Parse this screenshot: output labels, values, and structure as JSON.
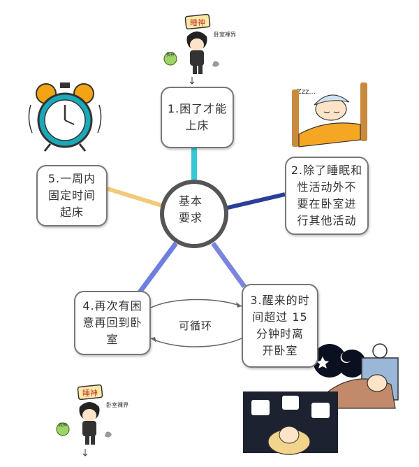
{
  "center": {
    "label": "基本\n要求"
  },
  "nodes": [
    {
      "id": "n1",
      "text": "1.困了才能\n上床"
    },
    {
      "id": "n2",
      "text": "2.除了睡眠和\n性活动外不\n要在卧室进\n行其他活动"
    },
    {
      "id": "n3",
      "text": "3.醒来的时\n间超过 15\n分钟时离\n开卧室"
    },
    {
      "id": "n4",
      "text": "4.再次有困\n意再回到卧\n室"
    },
    {
      "id": "n5",
      "text": "5.一周内\n固定时间\n起床"
    }
  ],
  "cycle": {
    "label": "可循环"
  },
  "cartoon": {
    "sign_text": "睡神",
    "caption_text": "卧室裸界",
    "small_text": "我神",
    "zzz_text": "Zzz..."
  },
  "colors": {
    "spoke_top": "#33c9d6",
    "spoke_right": "#2a3f9a",
    "spoke_bottom_right": "#7b85e0",
    "spoke_bottom_left": "#6f7fe0",
    "spoke_left": "#f3c97a",
    "circle_stroke": "#555555",
    "clock_face": "#1aa9b8",
    "clock_bell": "#f2a413",
    "pillow_blanket": "#f5a623"
  }
}
